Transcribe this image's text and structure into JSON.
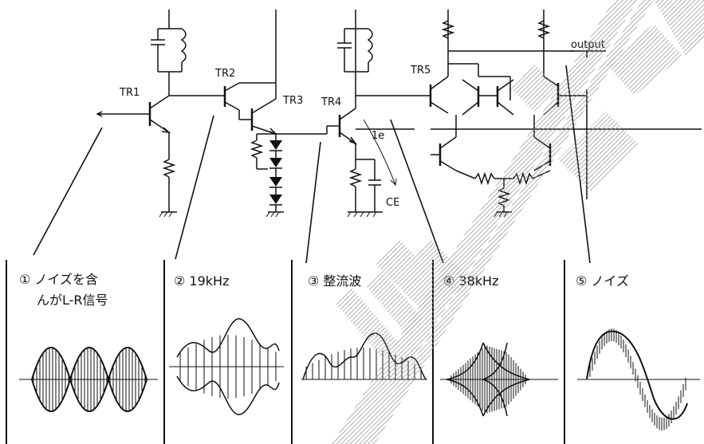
{
  "circuit": {
    "labels": {
      "tr1": "TR1",
      "tr2": "TR2",
      "tr3": "TR3",
      "tr4": "TR4",
      "tr5": "TR5",
      "i_e": "1e",
      "c_e": "CE",
      "output": "output"
    }
  },
  "panels": [
    {
      "title": "① ノイズを含",
      "title2": "んがL-R信号"
    },
    {
      "title": "② 19kHz"
    },
    {
      "title": "③ 整流波"
    },
    {
      "title": "④ 38kHz"
    },
    {
      "title": "⑤ ノイズ"
    }
  ],
  "colors": {
    "ink": "#111111",
    "paper": "#ffffff",
    "watermark": "#9a9a9a"
  },
  "watermark_text": "回路"
}
